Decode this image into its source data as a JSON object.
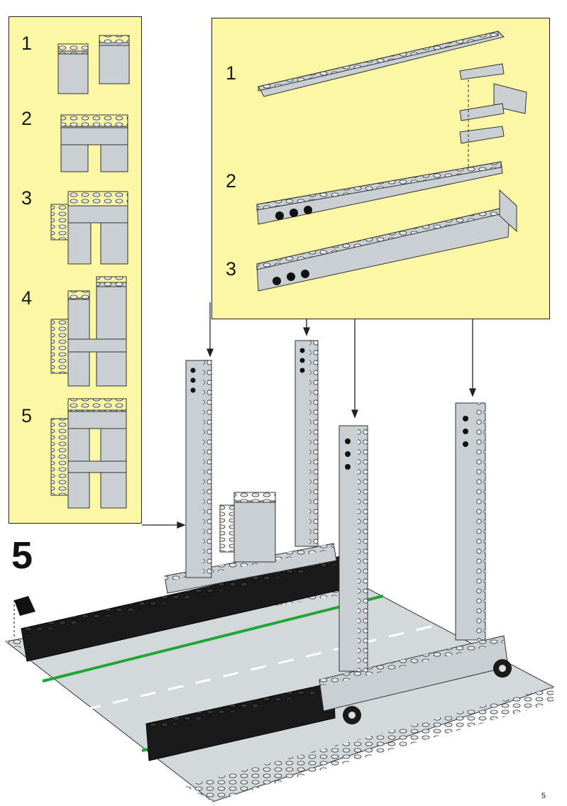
{
  "left_panel": {
    "steps": [
      "1",
      "2",
      "3",
      "4",
      "5"
    ]
  },
  "right_panel": {
    "steps": [
      "1",
      "2",
      "3"
    ]
  },
  "main_step": "5",
  "page_number": "5",
  "colors": {
    "panel_bg": "#fbf7a4",
    "brick_gray": "#c9cfd2",
    "brick_dark": "#1a1a1a",
    "road_stripe": "#1fa531"
  }
}
